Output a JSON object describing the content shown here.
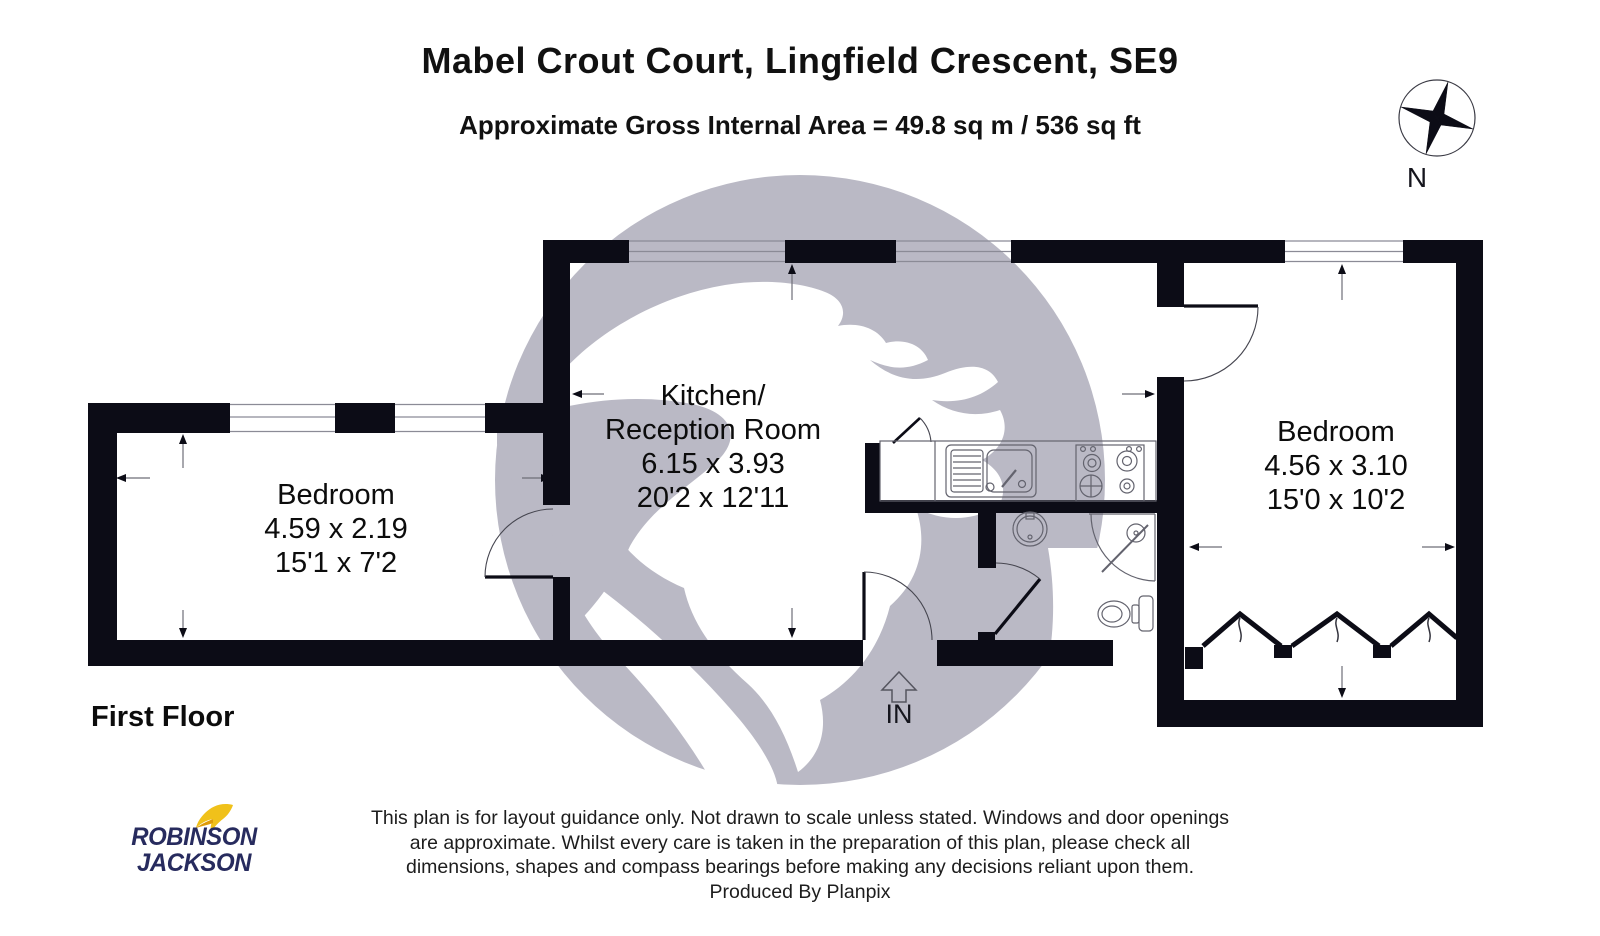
{
  "header": {
    "title": "Mabel Crout Court, Lingfield Crescent, SE9",
    "subtitle": "Approximate Gross Internal Area = 49.8 sq m / 536 sq ft"
  },
  "compass": {
    "north_label": "N"
  },
  "floor_plan": {
    "floor_label": "First Floor",
    "entrance_label": "IN",
    "rooms": [
      {
        "id": "bedroom-left",
        "lines": [
          "Bedroom",
          "4.59 x 2.19",
          "15'1 x 7'2"
        ]
      },
      {
        "id": "kitchen-reception",
        "lines": [
          "Kitchen/",
          "Reception Room",
          "6.15 x 3.93",
          "20'2 x 12'11"
        ]
      },
      {
        "id": "bedroom-right",
        "lines": [
          "Bedroom",
          "4.56 x 3.10",
          "15'0 x 10'2"
        ]
      }
    ]
  },
  "footer": {
    "disclaimer_lines": [
      "This plan is for layout guidance only. Not drawn to scale unless stated. Windows and door openings",
      "are approximate. Whilst every care is taken in the preparation of this plan, please check all",
      "dimensions, shapes and compass bearings before making any decisions reliant upon them.",
      "Produced By Planpix"
    ],
    "logo": {
      "line1": "ROBINSON",
      "line2": "JACKSON"
    }
  },
  "colors": {
    "wall": "#0c0c16",
    "watermark_gray": "#bab9c5",
    "logo_navy": "#272b5e",
    "logo_yellow": "#f0c11a",
    "logo_orange": "#df9b07"
  }
}
